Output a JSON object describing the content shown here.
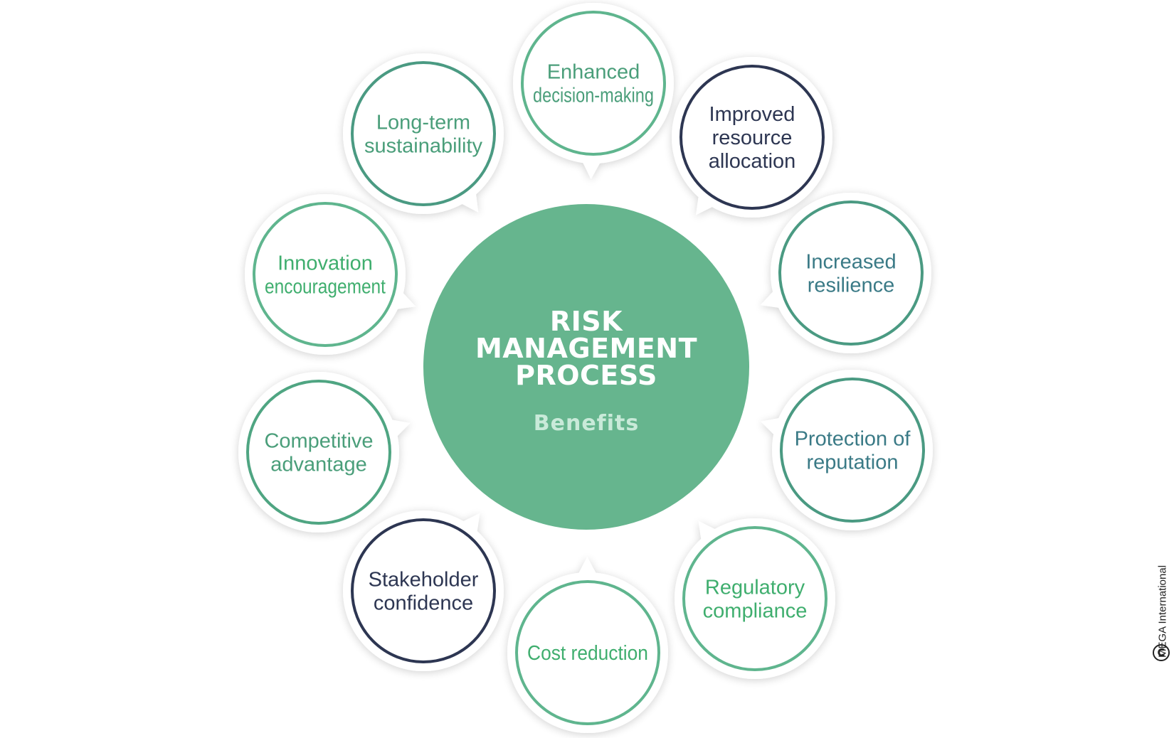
{
  "center": {
    "title_lines": [
      "RISK",
      "MANAGEMENT",
      "PROCESS"
    ],
    "subtitle": "Benefits",
    "color": "#66b58e"
  },
  "benefits": [
    {
      "lines": [
        "Enhanced",
        "decision-making"
      ],
      "ring_color": "#5fb58e",
      "text_color": "#4a9e7a"
    },
    {
      "lines": [
        "Improved",
        "resource",
        "allocation"
      ],
      "ring_color": "#2d3652",
      "text_color": "#2d3652"
    },
    {
      "lines": [
        "Increased",
        "resilience"
      ],
      "ring_color": "#4a9a82",
      "text_color": "#3a7a86"
    },
    {
      "lines": [
        "Protection of",
        "reputation"
      ],
      "ring_color": "#4a9a82",
      "text_color": "#3a7a86"
    },
    {
      "lines": [
        "Regulatory",
        "compliance"
      ],
      "ring_color": "#5fb58e",
      "text_color": "#3fae6e"
    },
    {
      "lines": [
        "Cost reduction"
      ],
      "ring_color": "#5fb58e",
      "text_color": "#3fae6e"
    },
    {
      "lines": [
        "Stakeholder",
        "confidence"
      ],
      "ring_color": "#2d3652",
      "text_color": "#2d3652"
    },
    {
      "lines": [
        "Competitive",
        "advantage"
      ],
      "ring_color": "#4fa582",
      "text_color": "#4a9e7a"
    },
    {
      "lines": [
        "Innovation",
        "encouragement"
      ],
      "ring_color": "#5fb58e",
      "text_color": "#3fae6e"
    },
    {
      "lines": [
        "Long-term",
        "sustainability"
      ],
      "ring_color": "#4a9a82",
      "text_color": "#4a9e7a"
    }
  ],
  "copyright": {
    "symbol": "C",
    "text": "MEGA International"
  }
}
